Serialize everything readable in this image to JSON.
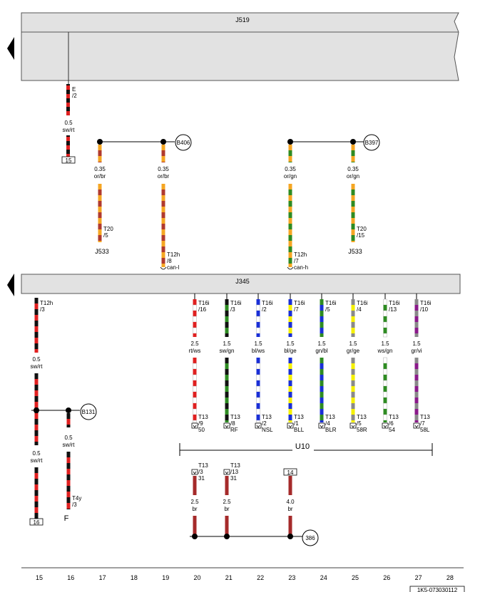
{
  "components": {
    "j519": "J519",
    "j345": "J345",
    "j533_left": "J533",
    "j533_right": "J533",
    "u10": "U10",
    "f": "F"
  },
  "top_wire": {
    "pin": "E",
    "pin_no": "/2",
    "gauge": "0.5",
    "color": "sw/rt",
    "terminal": "15"
  },
  "can_bus": {
    "b406": "B406",
    "b397": "B397",
    "wires": [
      {
        "gauge": "0.35",
        "color": "or/br",
        "pin": "T20",
        "pin_no": "/5",
        "stripe": [
          "#f5a623",
          "#b03a2e"
        ]
      },
      {
        "gauge": "0.35",
        "color": "or/br",
        "pin": "T12h",
        "pin_no": "/8",
        "sig": "can-l",
        "stripe": [
          "#f5a623",
          "#b03a2e"
        ]
      },
      {
        "gauge": "0.35",
        "color": "or/gn",
        "pin": "T12h",
        "pin_no": "/7",
        "sig": "can-h",
        "stripe": [
          "#f5a623",
          "#2e8b22"
        ]
      },
      {
        "gauge": "0.35",
        "color": "or/gn",
        "pin": "T20",
        "pin_no": "/15",
        "stripe": [
          "#f5a623",
          "#2e8b22"
        ]
      }
    ]
  },
  "left_wires": {
    "pin": "T12h",
    "pin_no": "/3",
    "gauge_a": "0.5",
    "color_a": "sw/rt",
    "b131": "B131",
    "gauge_b": "0.5",
    "color_b": "sw/rt",
    "gauge_c": "0.5",
    "color_c": "sw/rt",
    "terminal": "16",
    "t4y": "T4y",
    "t4y_no": "/3"
  },
  "signal_wires": [
    {
      "pin": "T16i",
      "pin_no": "/16",
      "gauge": "2.5",
      "color": "rt/ws",
      "stripe": [
        "#e02020",
        "#ffffff"
      ],
      "t13_no": "/9",
      "sig": "50"
    },
    {
      "pin": "T16i",
      "pin_no": "/3",
      "gauge": "1.5",
      "color": "sw/gn",
      "stripe": [
        "#111111",
        "#2e8b22"
      ],
      "t13_no": "/8",
      "sig": "RF"
    },
    {
      "pin": "T16i",
      "pin_no": "/2",
      "gauge": "1.5",
      "color": "bl/ws",
      "stripe": [
        "#1a2fd6",
        "#ffffff"
      ],
      "t13_no": "/2",
      "sig": "NSL"
    },
    {
      "pin": "T16i",
      "pin_no": "/7",
      "gauge": "1.5",
      "color": "bl/ge",
      "stripe": [
        "#1a2fd6",
        "#f5f000"
      ],
      "t13_no": "/1",
      "sig": "BLL"
    },
    {
      "pin": "T16i",
      "pin_no": "/5",
      "gauge": "1.5",
      "color": "gn/bl",
      "stripe": [
        "#2e8b22",
        "#1a2fd6"
      ],
      "t13_no": "/4",
      "sig": "BLR"
    },
    {
      "pin": "T16i",
      "pin_no": "/4",
      "gauge": "1.5",
      "color": "gr/ge",
      "stripe": [
        "#8a8a8a",
        "#f5f000"
      ],
      "t13_no": "/5",
      "sig": "58R"
    },
    {
      "pin": "T16i",
      "pin_no": "/13",
      "gauge": "1.5",
      "color": "ws/gn",
      "stripe": [
        "#ffffff",
        "#2e8b22"
      ],
      "t13_no": "/6",
      "sig": "54"
    },
    {
      "pin": "T16i",
      "pin_no": "/10",
      "gauge": "1.5",
      "color": "gr/vi",
      "stripe": [
        "#8a8a8a",
        "#8b1a8b"
      ],
      "t13_no": "/7",
      "sig": "58L"
    }
  ],
  "t13_label": "T13",
  "ground_wires": [
    {
      "pin": "T13",
      "pin_no": "/3",
      "sig": "31",
      "gauge": "2.5",
      "color": "br"
    },
    {
      "pin": "T13",
      "pin_no": "/13",
      "sig": "31",
      "gauge": "2.5",
      "color": "br"
    },
    {
      "terminal": "14",
      "gauge": "4.0",
      "color": "br"
    }
  ],
  "ground_point": "386",
  "columns": [
    "15",
    "16",
    "17",
    "18",
    "19",
    "20",
    "21",
    "22",
    "23",
    "24",
    "25",
    "26",
    "27",
    "28"
  ],
  "doc_id": "1K5-073030112"
}
